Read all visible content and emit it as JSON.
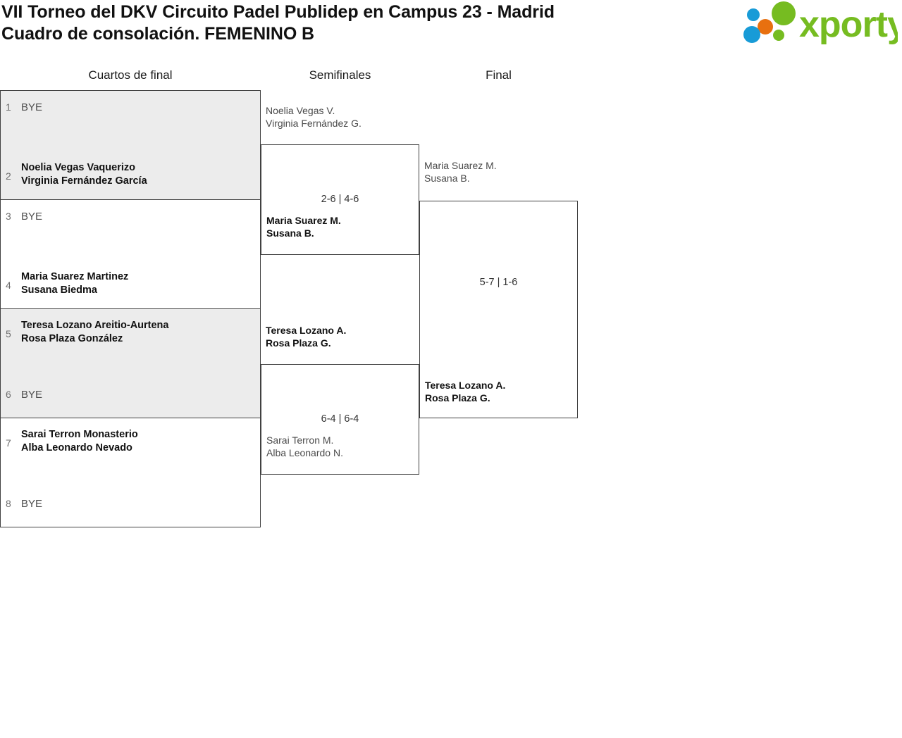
{
  "header": {
    "title_line1": "VII Torneo del DKV Circuito Padel Publidep en Campus 23 - Madrid",
    "title_line2": "Cuadro de consolación. FEMENINO B",
    "logo_text": "xporty",
    "logo_colors": {
      "green": "#76bc21",
      "orange": "#e8700f",
      "blue": "#189bd7"
    }
  },
  "columns": {
    "round1": "Cuartos de final",
    "round2": "Semifinales",
    "round3": "Final"
  },
  "round1": {
    "matches": [
      {
        "shaded": true,
        "top": {
          "seed": "1",
          "lines": [
            "BYE"
          ],
          "bye": true
        },
        "bottom": {
          "seed": "2",
          "lines": [
            "Noelia Vegas Vaquerizo",
            "Virginia Fernández García"
          ],
          "bye": false
        }
      },
      {
        "shaded": false,
        "top": {
          "seed": "3",
          "lines": [
            "BYE"
          ],
          "bye": true
        },
        "bottom": {
          "seed": "4",
          "lines": [
            "Maria Suarez Martinez",
            "Susana Biedma"
          ],
          "bye": false
        }
      },
      {
        "shaded": true,
        "top": {
          "seed": "5",
          "lines": [
            "Teresa Lozano Areitio-Aurtena",
            "Rosa Plaza González"
          ],
          "bye": false
        },
        "bottom": {
          "seed": "6",
          "lines": [
            "BYE"
          ],
          "bye": true
        }
      },
      {
        "shaded": false,
        "top": {
          "seed": "7",
          "lines": [
            "Sarai Terron Monasterio",
            "Alba Leonardo Nevado"
          ],
          "bye": false
        },
        "bottom": {
          "seed": "8",
          "lines": [
            "BYE"
          ],
          "bye": true
        }
      }
    ]
  },
  "round2": {
    "matches": [
      {
        "score": "2-6 | 4-6",
        "top": {
          "lines": [
            "Noelia Vegas V.",
            "Virginia Fernández G."
          ],
          "winner": false
        },
        "bottom": {
          "lines": [
            "Maria Suarez M.",
            "Susana B."
          ],
          "winner": true
        }
      },
      {
        "score": "6-4 | 6-4",
        "top": {
          "lines": [
            "Teresa Lozano A.",
            "Rosa Plaza G."
          ],
          "winner": true
        },
        "bottom": {
          "lines": [
            "Sarai Terron M.",
            "Alba Leonardo N."
          ],
          "winner": false
        }
      }
    ]
  },
  "round3": {
    "matches": [
      {
        "score": "5-7 | 1-6",
        "top": {
          "lines": [
            "Maria Suarez M.",
            "Susana B."
          ],
          "winner": false
        },
        "bottom": {
          "lines": [
            "Teresa Lozano A.",
            "Rosa Plaza G."
          ],
          "winner": true
        }
      }
    ]
  }
}
